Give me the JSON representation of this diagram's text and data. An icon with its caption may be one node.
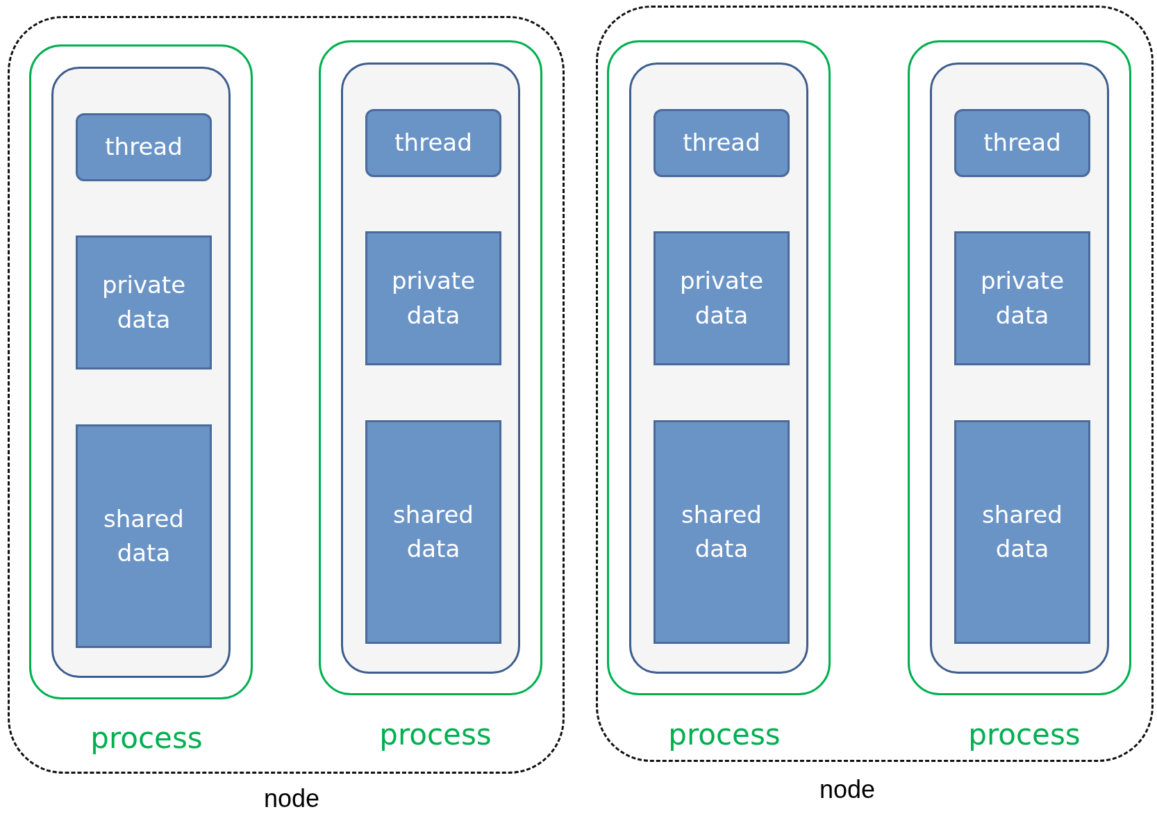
{
  "diagram": {
    "nodes": [
      {
        "text": [
          "node"
        ]
      },
      {
        "text": [
          "process"
        ],
        "in": 0
      },
      {
        "text": [],
        "shape": "box",
        "in": 1
      },
      {
        "text": [
          "thread"
        ],
        "in": 2
      },
      {
        "text": [
          "private data"
        ],
        "in": 2
      },
      {
        "text": [
          "shared data"
        ],
        "in": 2
      },
      {
        "text": [
          "process"
        ],
        "in": 0
      },
      {
        "text": [],
        "shape": "box",
        "in": 6
      },
      {
        "text": [
          "thread"
        ],
        "in": 7
      },
      {
        "text": [
          "private data"
        ],
        "in": 7
      },
      {
        "text": [
          "shared data"
        ],
        "in": 7
      },
      {
        "text": [
          "node"
        ]
      },
      {
        "text": [
          "process"
        ],
        "in": 11
      },
      {
        "text": [],
        "shape": "box",
        "in": 12
      },
      {
        "text": [
          "thread"
        ],
        "in": 13
      },
      {
        "text": [
          "private data"
        ],
        "in": 13
      },
      {
        "text": [
          "shared data"
        ],
        "in": 13
      },
      {
        "text": [
          "process"
        ],
        "in": 11
      },
      {
        "text": [],
        "shape": "box",
        "in": 17
      },
      {
        "text": [
          "thread"
        ],
        "in": 18
      },
      {
        "text": [
          "private data"
        ],
        "in": 18
      },
      {
        "text": [
          "shared data"
        ],
        "in": 18
      }
    ]
  }
}
